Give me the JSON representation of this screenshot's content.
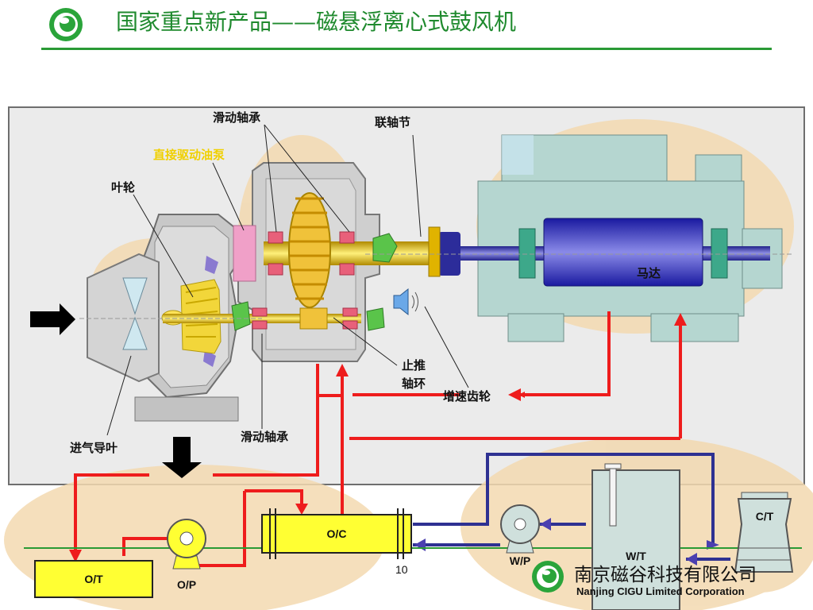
{
  "header": {
    "title": "国家重点新产品——磁悬浮离心式鼓风机"
  },
  "labels": {
    "bearing_top": "滑动轴承",
    "coupling": "联轴节",
    "oil_pump": "直接驱动油泵",
    "impeller": "叶轮",
    "motor": "马达",
    "thrust_ring_1": "止推",
    "thrust_ring_2": "轴环",
    "speed_gear": "增速齿轮",
    "bearing_bottom": "滑动轴承",
    "inlet_guide_vane": "进气导叶"
  },
  "equipment": {
    "oil_tank": "O/T",
    "oil_pump": "O/P",
    "oil_cooler": "O/C",
    "water_pump": "W/P",
    "water_tank": "W/T",
    "cooling_tower": "C/T"
  },
  "footer": {
    "page_number": "10",
    "company_cn": "南京磁谷科技有限公司",
    "company_en": "Nanjing CIGU Limited Corporation"
  },
  "colors": {
    "header_green": "#1f8a2e",
    "oil_line_red": "#ee1c1c",
    "water_line_blue": "#2e3192",
    "highlight_orange": "#f3d9b0",
    "box_yellow": "#ffff33",
    "motor_box": "#b5d6d0"
  }
}
